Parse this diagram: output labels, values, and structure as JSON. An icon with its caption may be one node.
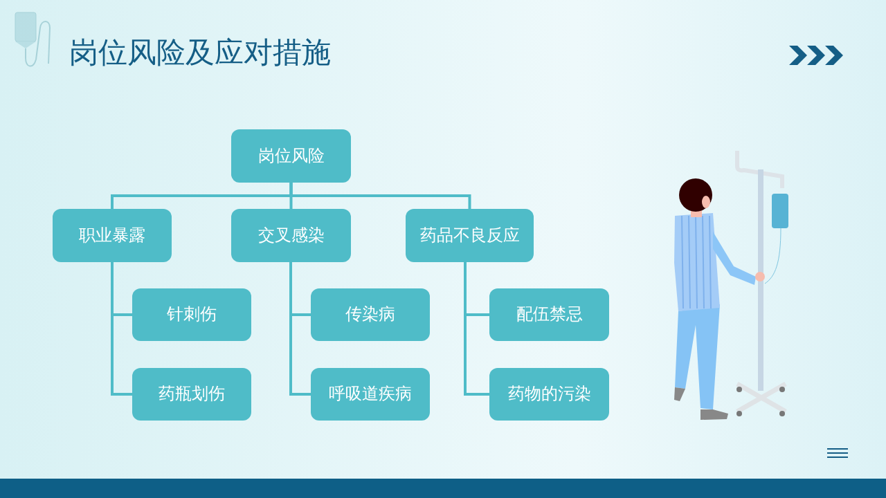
{
  "diagram": {
    "title": "岗位风险及应对措施",
    "nodes": [
      {
        "text": [
          "岗位风险"
        ]
      },
      {
        "text": [
          "职业暴露"
        ]
      },
      {
        "text": [
          "交叉感染"
        ]
      },
      {
        "text": [
          "药品不良反应"
        ]
      },
      {
        "text": [
          "针刺伤"
        ]
      },
      {
        "text": [
          "药瓶划伤"
        ]
      },
      {
        "text": [
          "传染病"
        ]
      },
      {
        "text": [
          "呼吸道疾病"
        ]
      },
      {
        "text": [
          "配伍禁忌"
        ]
      },
      {
        "text": [
          "药物的污染"
        ]
      }
    ],
    "edges": [
      {
        "from": 0,
        "to": 1,
        "arrow": "none"
      },
      {
        "from": 0,
        "to": 2,
        "arrow": "none"
      },
      {
        "from": 0,
        "to": 3,
        "arrow": "none"
      },
      {
        "from": 1,
        "to": 4,
        "arrow": "none"
      },
      {
        "from": 1,
        "to": 5,
        "arrow": "none"
      },
      {
        "from": 2,
        "to": 6,
        "arrow": "none"
      },
      {
        "from": 2,
        "to": 7,
        "arrow": "none"
      },
      {
        "from": 3,
        "to": 8,
        "arrow": "none"
      },
      {
        "from": 3,
        "to": 9,
        "arrow": "none"
      }
    ]
  }
}
